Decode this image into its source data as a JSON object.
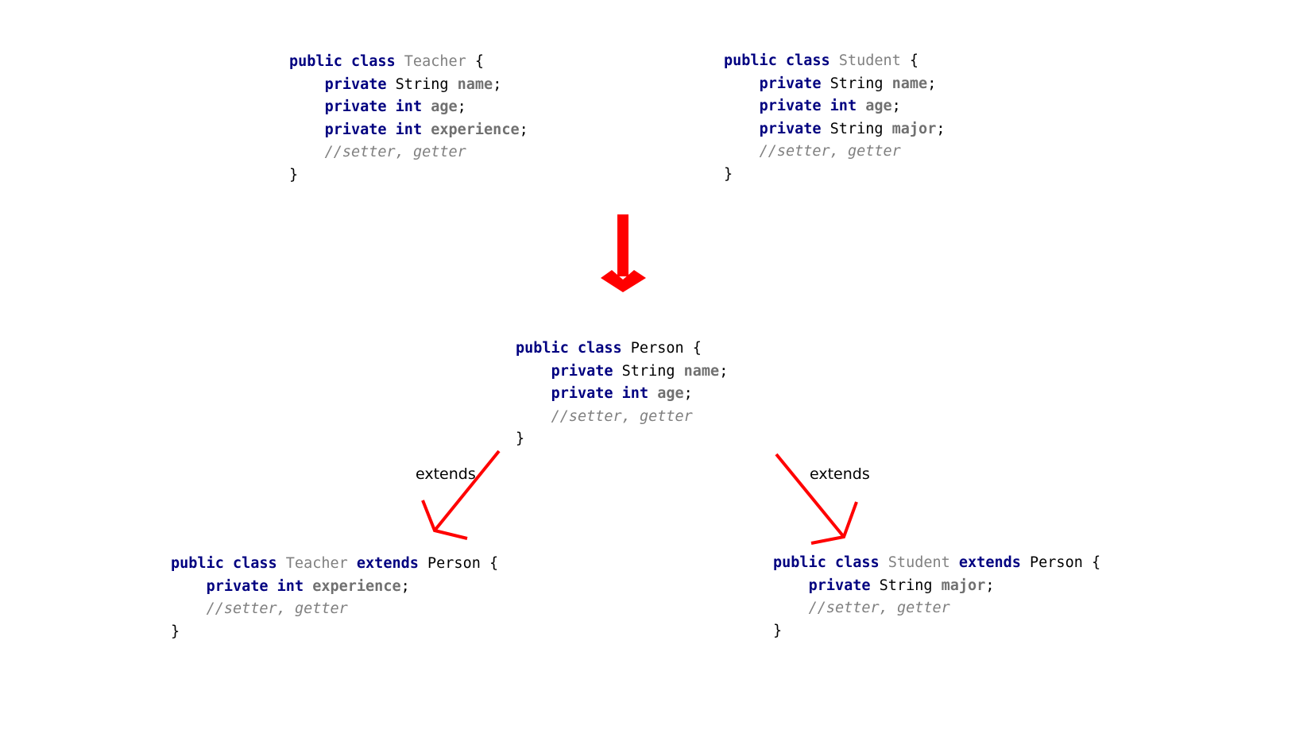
{
  "blocks": [
    {
      "name": "teacher-class-original",
      "lines": [
        [
          {
            "t": "public class ",
            "k": "kw"
          },
          {
            "t": "Teacher",
            "k": "cls"
          },
          {
            "t": " {",
            "k": "pl"
          }
        ],
        [
          {
            "t": "    ",
            "k": "pl"
          },
          {
            "t": "private ",
            "k": "kw"
          },
          {
            "t": "String ",
            "k": "ty"
          },
          {
            "t": "name",
            "k": "fld"
          },
          {
            "t": ";",
            "k": "pl"
          }
        ],
        [
          {
            "t": "    ",
            "k": "pl"
          },
          {
            "t": "private int ",
            "k": "kw"
          },
          {
            "t": "age",
            "k": "fld"
          },
          {
            "t": ";",
            "k": "pl"
          }
        ],
        [
          {
            "t": "    ",
            "k": "pl"
          },
          {
            "t": "private int ",
            "k": "kw"
          },
          {
            "t": "experience",
            "k": "fld"
          },
          {
            "t": ";",
            "k": "pl"
          }
        ],
        [
          {
            "t": "    ",
            "k": "pl"
          },
          {
            "t": "//setter, getter",
            "k": "cmt"
          }
        ],
        [
          {
            "t": "}",
            "k": "pl"
          }
        ]
      ]
    },
    {
      "name": "student-class-original",
      "lines": [
        [
          {
            "t": "public class ",
            "k": "kw"
          },
          {
            "t": "Student",
            "k": "cls"
          },
          {
            "t": " {",
            "k": "pl"
          }
        ],
        [
          {
            "t": "    ",
            "k": "pl"
          },
          {
            "t": "private ",
            "k": "kw"
          },
          {
            "t": "String ",
            "k": "ty"
          },
          {
            "t": "name",
            "k": "fld"
          },
          {
            "t": ";",
            "k": "pl"
          }
        ],
        [
          {
            "t": "    ",
            "k": "pl"
          },
          {
            "t": "private int ",
            "k": "kw"
          },
          {
            "t": "age",
            "k": "fld"
          },
          {
            "t": ";",
            "k": "pl"
          }
        ],
        [
          {
            "t": "    ",
            "k": "pl"
          },
          {
            "t": "private ",
            "k": "kw"
          },
          {
            "t": "String ",
            "k": "ty"
          },
          {
            "t": "major",
            "k": "fld"
          },
          {
            "t": ";",
            "k": "pl"
          }
        ],
        [
          {
            "t": "    ",
            "k": "pl"
          },
          {
            "t": "//setter, getter",
            "k": "cmt"
          }
        ],
        [
          {
            "t": "}",
            "k": "pl"
          }
        ]
      ]
    },
    {
      "name": "person-class",
      "lines": [
        [
          {
            "t": "public class ",
            "k": "kw"
          },
          {
            "t": "Person",
            "k": "ty"
          },
          {
            "t": " {",
            "k": "pl"
          }
        ],
        [
          {
            "t": "    ",
            "k": "pl"
          },
          {
            "t": "private ",
            "k": "kw"
          },
          {
            "t": "String ",
            "k": "ty"
          },
          {
            "t": "name",
            "k": "fld"
          },
          {
            "t": ";",
            "k": "pl"
          }
        ],
        [
          {
            "t": "    ",
            "k": "pl"
          },
          {
            "t": "private int ",
            "k": "kw"
          },
          {
            "t": "age",
            "k": "fld"
          },
          {
            "t": ";",
            "k": "pl"
          }
        ],
        [
          {
            "t": "    ",
            "k": "pl"
          },
          {
            "t": "//setter, getter",
            "k": "cmt"
          }
        ],
        [
          {
            "t": "}",
            "k": "pl"
          }
        ]
      ]
    },
    {
      "name": "teacher-class-extends",
      "lines": [
        [
          {
            "t": "public class ",
            "k": "kw"
          },
          {
            "t": "Teacher",
            "k": "cls"
          },
          {
            "t": " extends ",
            "k": "kw"
          },
          {
            "t": "Person",
            "k": "ty"
          },
          {
            "t": " {",
            "k": "pl"
          }
        ],
        [
          {
            "t": "    ",
            "k": "pl"
          },
          {
            "t": "private int ",
            "k": "kw"
          },
          {
            "t": "experience",
            "k": "fld"
          },
          {
            "t": ";",
            "k": "pl"
          }
        ],
        [
          {
            "t": "    ",
            "k": "pl"
          },
          {
            "t": "//setter, getter",
            "k": "cmt"
          }
        ],
        [
          {
            "t": "}",
            "k": "pl"
          }
        ]
      ]
    },
    {
      "name": "student-class-extends",
      "lines": [
        [
          {
            "t": "public class ",
            "k": "kw"
          },
          {
            "t": "Student",
            "k": "cls"
          },
          {
            "t": " extends ",
            "k": "kw"
          },
          {
            "t": "Person",
            "k": "ty"
          },
          {
            "t": " {",
            "k": "pl"
          }
        ],
        [
          {
            "t": "    ",
            "k": "pl"
          },
          {
            "t": "private ",
            "k": "kw"
          },
          {
            "t": "String ",
            "k": "ty"
          },
          {
            "t": "major",
            "k": "fld"
          },
          {
            "t": ";",
            "k": "pl"
          }
        ],
        [
          {
            "t": "    ",
            "k": "pl"
          },
          {
            "t": "//setter, getter",
            "k": "cmt"
          }
        ],
        [
          {
            "t": "}",
            "k": "pl"
          }
        ]
      ]
    }
  ],
  "labels": {
    "left_extends": "extends",
    "right_extends": "extends"
  },
  "colors": {
    "arrow": "#ff0000",
    "keyword": "#000080"
  }
}
